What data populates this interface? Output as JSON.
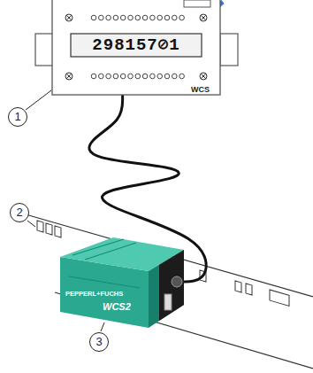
{
  "diagram": {
    "nodes": [
      {
        "text": [
          "298157⊘1",
          "WCS"
        ]
      },
      {
        "text": [
          "PEPPERL+FUCHS",
          "WCS2"
        ]
      }
    ],
    "edges": [
      {
        "from": 0,
        "to": 1,
        "arrow": "none"
      }
    ],
    "labels": [
      "1",
      "2",
      "3"
    ]
  }
}
